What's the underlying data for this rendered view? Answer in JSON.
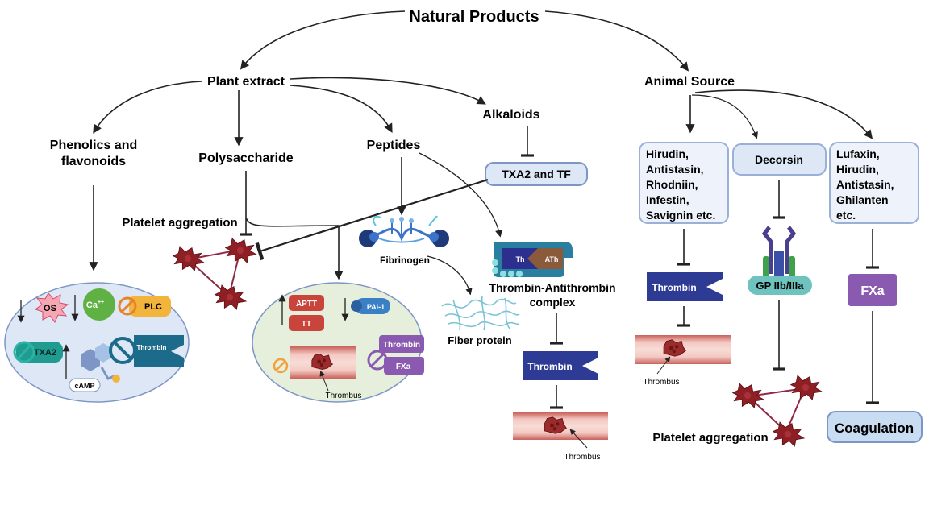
{
  "title": "Natural Products",
  "plant": {
    "label": "Plant extract",
    "phenolics": [
      "Phenolics and",
      "flavonoids"
    ],
    "polysaccharide": "Polysaccharide",
    "peptides": "Peptides",
    "alkaloids": "Alkaloids",
    "txa2_tf": "TXA2 and TF",
    "platelet_aggregation": "Platelet aggregation",
    "fibrinogen": "Fibrinogen",
    "fiber_protein": "Fiber protein",
    "thrombin_antithrombin": [
      "Thrombin-Antithrombin",
      "complex"
    ],
    "th": "Th",
    "ath": "ATh",
    "thrombin": "Thrombin",
    "thrombus": "Thrombus",
    "phenolics_panel": {
      "os": "OS",
      "ca": "Ca",
      "ca_sup": "++",
      "plc": "PLC",
      "txa2": "TXA2",
      "thrombin": "Thrombin",
      "camp": "cAMP"
    },
    "poly_panel": {
      "aptt": "APTT",
      "tt": "TT",
      "pai1": "PAI-1",
      "thrombin": "Thrombin",
      "fxa": "FXa",
      "thrombus": "Thrombus"
    }
  },
  "animal": {
    "label": "Animal Source",
    "col1": [
      "Hirudin,",
      "Antistasin,",
      "Rhodniin,",
      "Infestin,",
      "Savignin etc."
    ],
    "col2": "Decorsin",
    "col3": [
      "Lufaxin,",
      "Hirudin,",
      "Antistasin,",
      "Ghilanten",
      "etc."
    ],
    "thrombin": "Thrombin",
    "thrombus": "Thrombus",
    "gp": "GP IIb/IIIa",
    "platelet_aggregation": "Platelet aggregation",
    "fxa": "FXa",
    "coagulation": "Coagulation"
  }
}
